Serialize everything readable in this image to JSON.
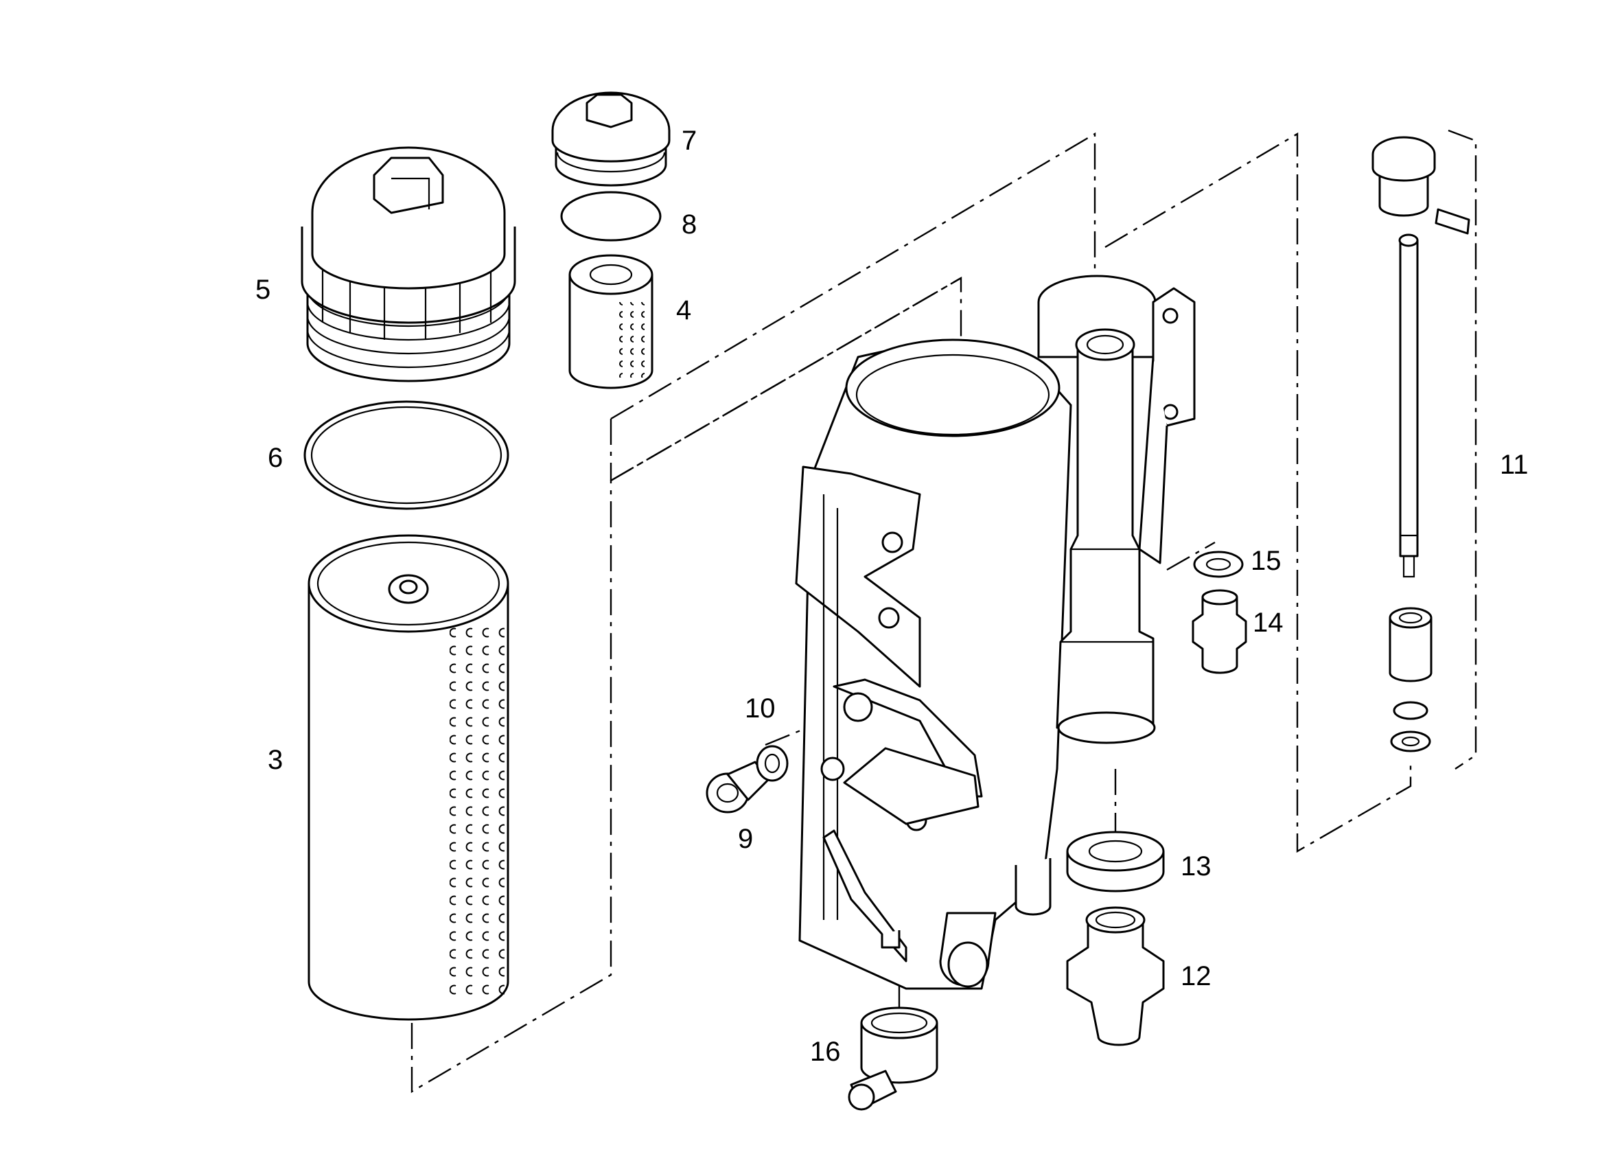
{
  "callouts": {
    "c3": "3",
    "c4": "4",
    "c5": "5",
    "c6": "6",
    "c7": "7",
    "c8": "8",
    "c9": "9",
    "c10": "10",
    "c11": "11",
    "c12": "12",
    "c13": "13",
    "c14": "14",
    "c15": "15",
    "c16": "16"
  },
  "colors": {
    "line": "#000000",
    "background": "#ffffff"
  }
}
